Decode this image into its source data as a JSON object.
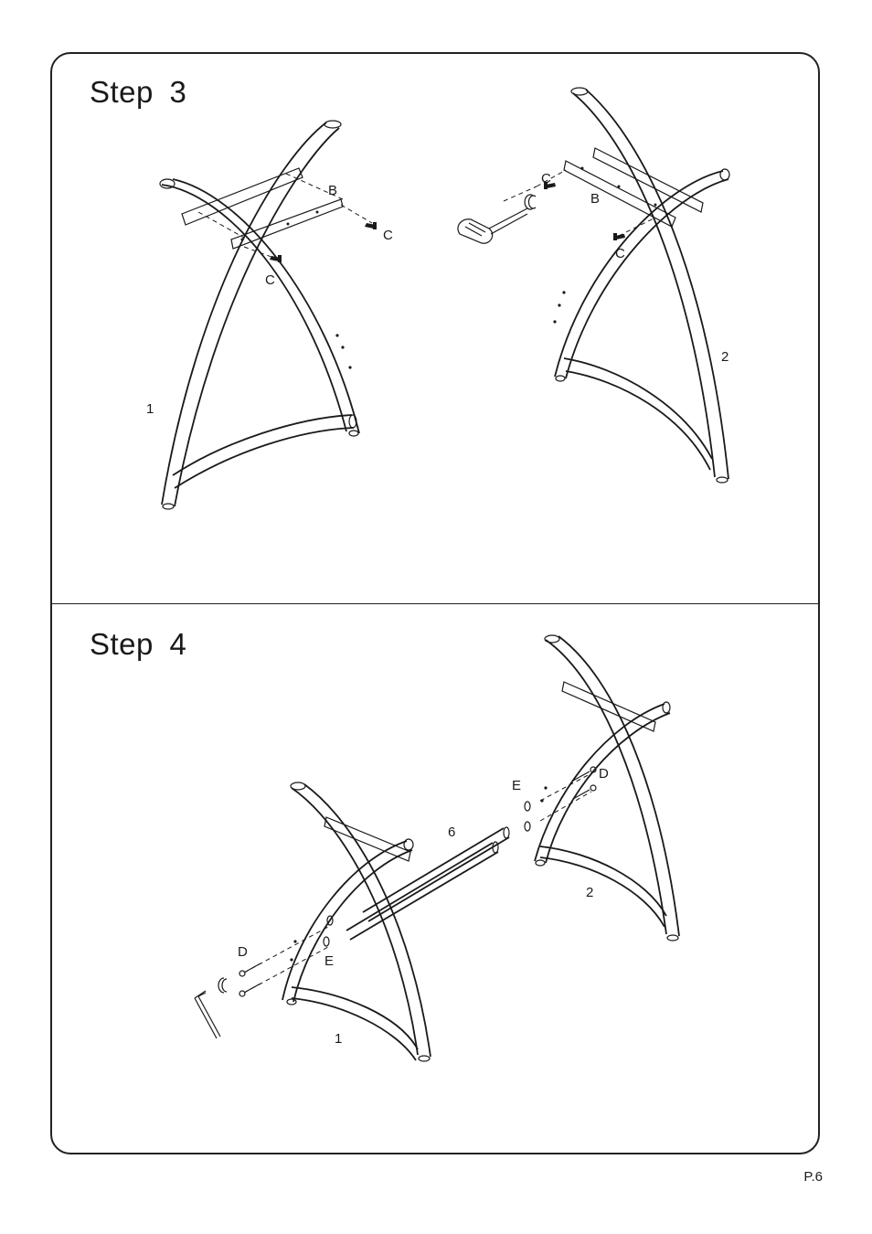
{
  "steps": [
    {
      "title": "Step  3",
      "labels": {
        "part_b_left": "B",
        "part_c_left_a": "C",
        "part_c_left_b": "C",
        "part_1": "1",
        "part_c_right_a": "C",
        "part_b_right": "B",
        "part_c_right_b": "C",
        "part_2": "2"
      }
    },
    {
      "title": "Step  4",
      "labels": {
        "part_e_top": "E",
        "part_d_top": "D",
        "part_6": "6",
        "part_2": "2",
        "part_d_bottom": "D",
        "part_e_bottom": "E",
        "part_1": "1"
      }
    }
  ],
  "page_number": "P.6"
}
